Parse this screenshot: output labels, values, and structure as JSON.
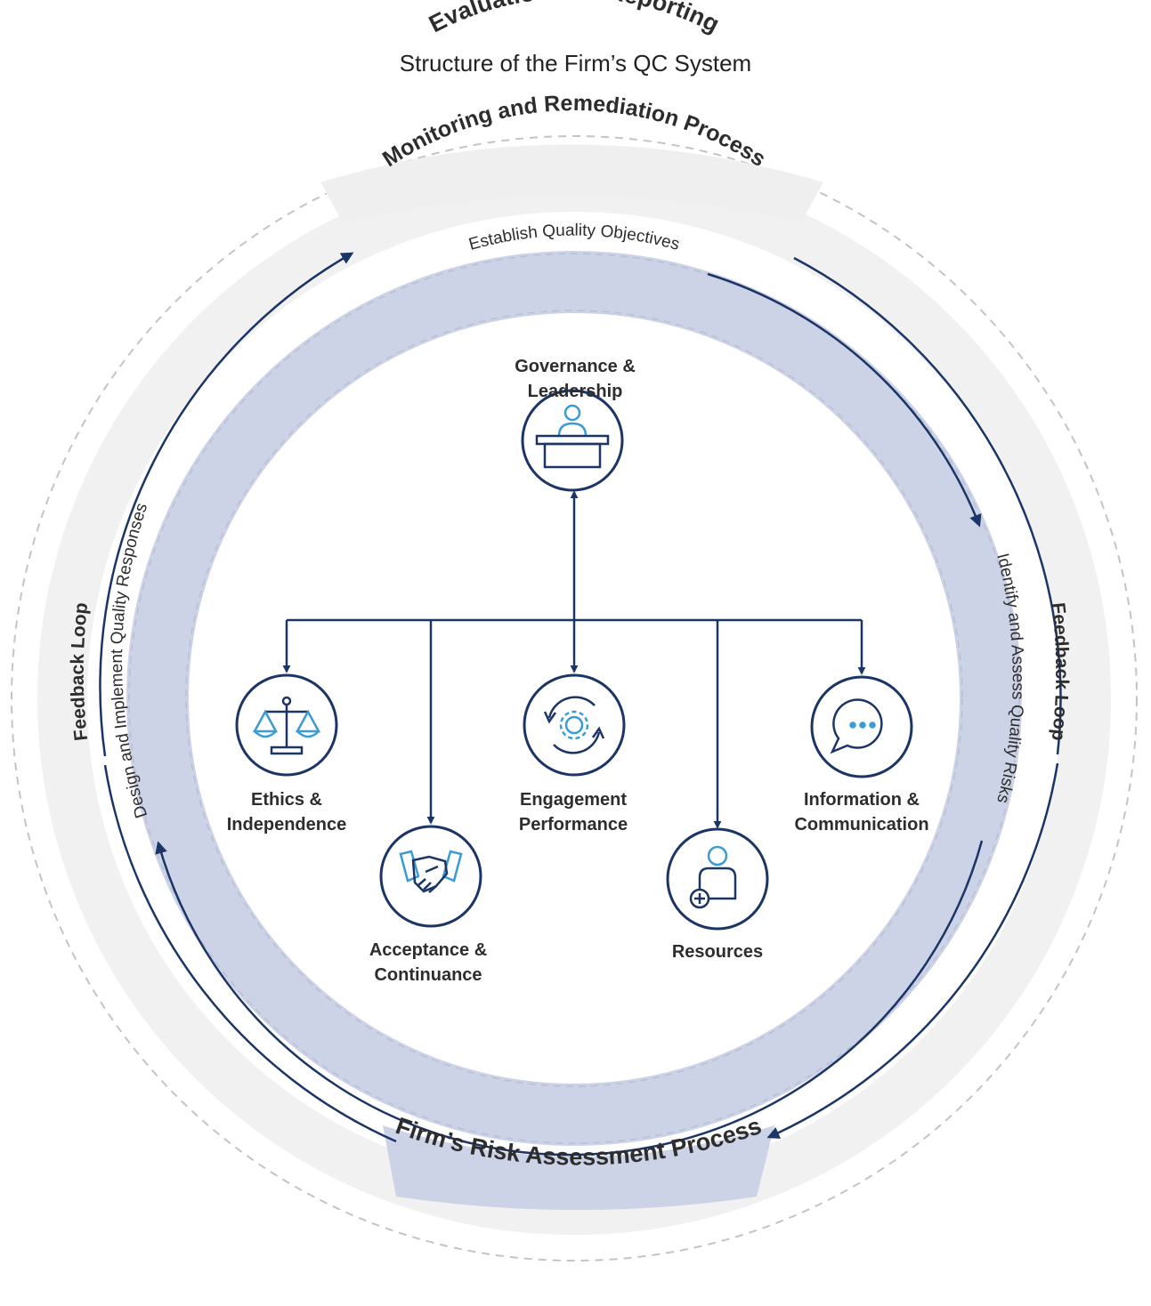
{
  "title": "Structure of the Firm’s QC System",
  "rings": {
    "outer_top": "Evaluation and Reporting",
    "outer_bottom": "Firm’s Risk Assessment Process",
    "monitoring": "Monitoring and Remediation Process",
    "feedback_left": "Feedback Loop",
    "feedback_right": "Feedback Loop",
    "objectives": "Establish Quality Objectives",
    "identify": "Identify and Assess Quality Risks",
    "design": "Design and Implement Quality Responses"
  },
  "nodes": {
    "governance": {
      "label": "Governance & Leadership",
      "icon": "podium-icon"
    },
    "ethics": {
      "line1": "Ethics &",
      "line2": "Independence",
      "icon": "scales-icon"
    },
    "acceptance": {
      "line1": "Acceptance &",
      "line2": "Continuance",
      "icon": "handshake-icon"
    },
    "engagement": {
      "line1": "Engagement",
      "line2": "Performance",
      "icon": "gear-cycle-icon"
    },
    "resources": {
      "label": "Resources",
      "icon": "person-add-icon"
    },
    "information": {
      "line1": "Information &",
      "line2": "Communication",
      "icon": "chat-bubble-icon"
    }
  },
  "colors": {
    "navy": "#1b3567",
    "accent": "#3a9bd5",
    "band": "#cdd3e6",
    "ring": "#f1f1f1",
    "dashed": "#c4c4c4"
  }
}
